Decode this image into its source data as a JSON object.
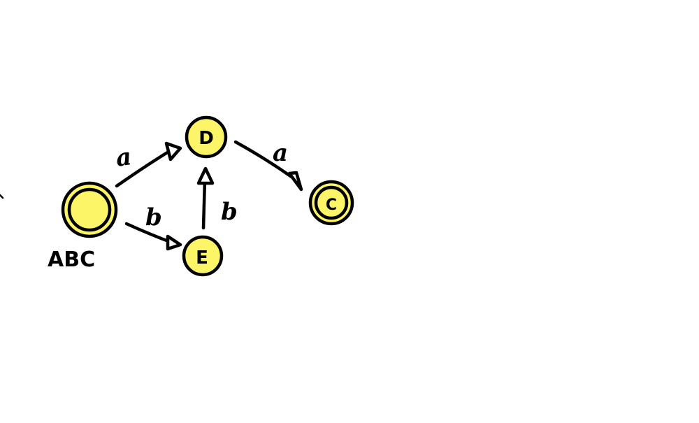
{
  "diagram": {
    "colors": {
      "node_fill": "#fdf568",
      "stroke": "#000000",
      "background": "#ffffff"
    },
    "nodes": [
      {
        "id": "start",
        "label": "",
        "name": "ABC",
        "accepting": true
      },
      {
        "id": "D",
        "label": "D",
        "accepting": false
      },
      {
        "id": "E",
        "label": "E",
        "accepting": false
      },
      {
        "id": "C",
        "label": "C",
        "accepting": true
      }
    ],
    "edges": [
      {
        "from": "start",
        "to": "D",
        "label": "a"
      },
      {
        "from": "start",
        "to": "E",
        "label": "b"
      },
      {
        "from": "E",
        "to": "D",
        "label": "b"
      },
      {
        "from": "D",
        "to": "C",
        "label": "a"
      }
    ]
  }
}
